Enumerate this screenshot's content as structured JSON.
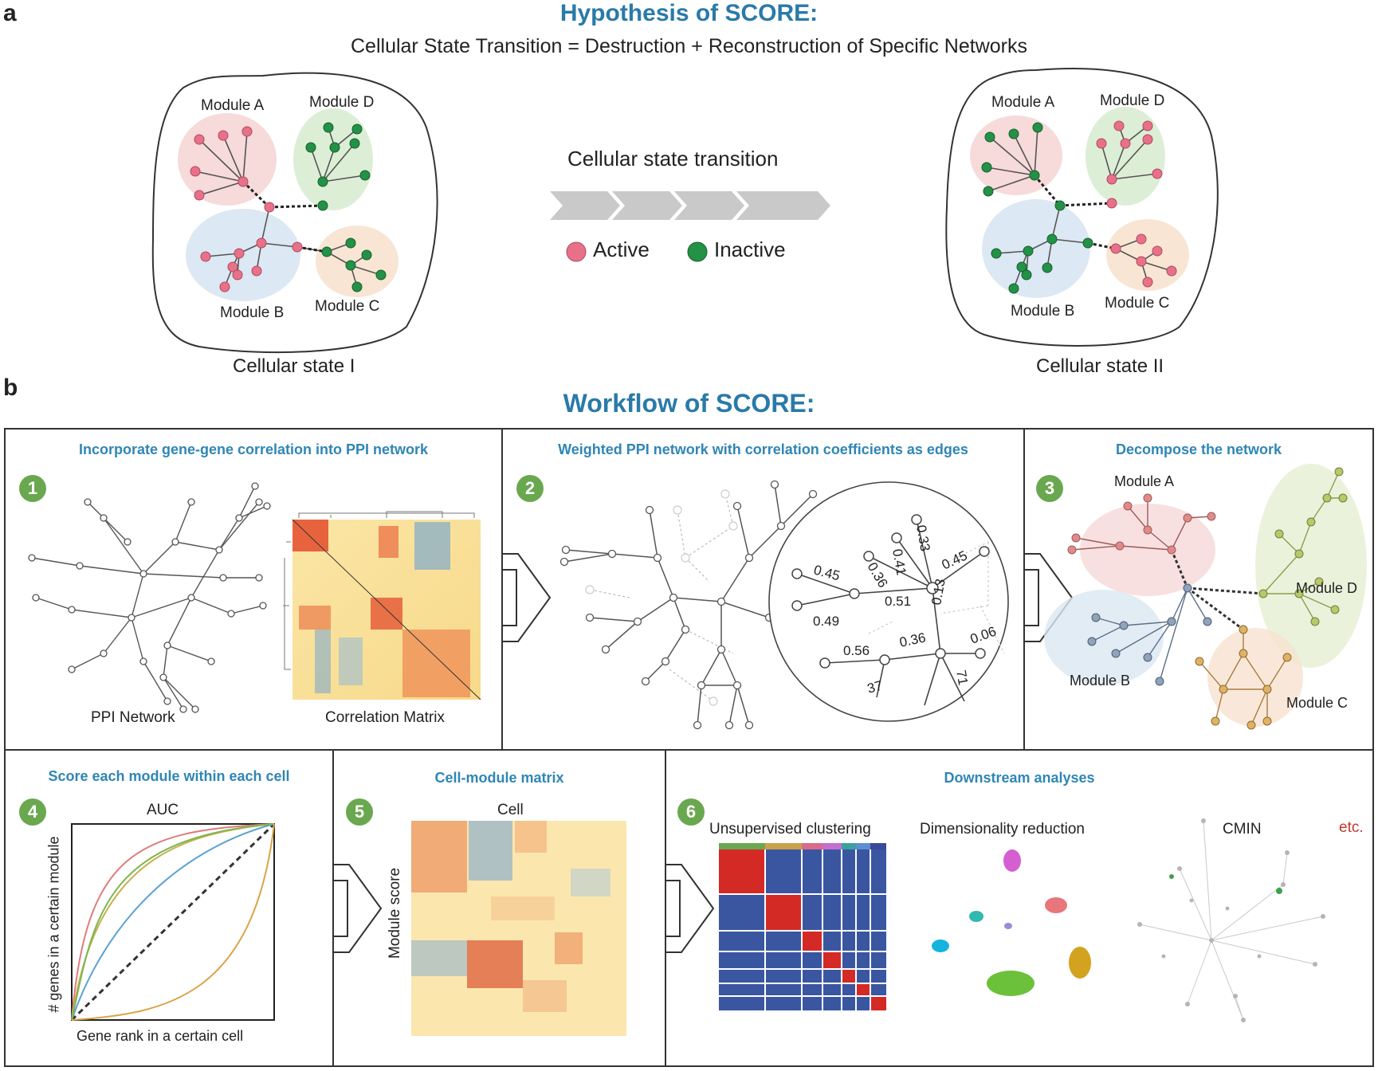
{
  "panel_a": {
    "letter": "a",
    "title": "Hypothesis of SCORE:",
    "subtitle": "Cellular State Transition = Destruction + Reconstruction of Specific Networks",
    "transition_label": "Cellular state transition",
    "legend_active": "Active",
    "legend_inactive": "Inactive",
    "state1_label": "Cellular state I",
    "state2_label": "Cellular state II",
    "module_a": "Module A",
    "module_b": "Module B",
    "module_c": "Module C",
    "module_d": "Module D"
  },
  "panel_b": {
    "letter": "b",
    "title": "Workflow of SCORE:",
    "step1_title": "Incorporate gene-gene correlation into PPI network",
    "step1_label_ppi": "PPI Network",
    "step1_label_corr": "Correlation Matrix",
    "step2_title": "Weighted PPI network with correlation coefficients as edges",
    "step2_weights": [
      "0.45",
      "0.49",
      "0.36",
      "0.41",
      "0.33",
      "0.45",
      "0.51",
      "0.13",
      "0.06",
      "0.56",
      "0.36",
      "37",
      "71"
    ],
    "step3_title": "Decompose the network",
    "step4_title": "Score each module within each cell",
    "step4_chart_title": "AUC",
    "step4_xlabel": "Gene rank in a certain cell",
    "step4_ylabel": "# genes in a certain module",
    "step5_title": "Cell-module matrix",
    "step5_xlabel": "Cell",
    "step5_ylabel": "Module score",
    "step6_title": "Downstream analyses",
    "step6_sub1": "Unsupervised clustering",
    "step6_sub2": "Dimensionality reduction",
    "step6_sub3": "CMIN",
    "step6_etc": "etc.",
    "steps": [
      "1",
      "2",
      "3",
      "4",
      "5",
      "6"
    ]
  },
  "colors": {
    "active": "#e8718a",
    "inactive": "#239146",
    "title_blue": "#2a7aa8",
    "step_green": "#6aa84f",
    "etc_red": "#c0392b"
  }
}
